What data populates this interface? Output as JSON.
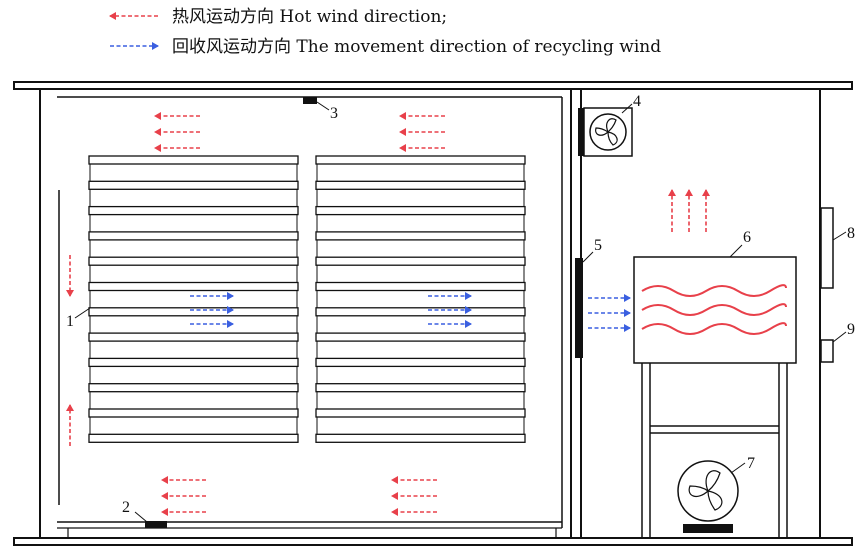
{
  "legend": {
    "hot": {
      "text": "热风运动方向 Hot wind direction;",
      "color": "#e8404a"
    },
    "recycle": {
      "text": "回收风运动方向 The movement direction of recycling wind",
      "color": "#3a5fe0"
    }
  },
  "labels": {
    "tray_rack": "1",
    "sensor_bottom": "2",
    "sensor_top": "3",
    "exhaust_fan": "4",
    "vent": "5",
    "heater": "6",
    "circulation_fan": "7",
    "control_panel": "8",
    "power_switch": "9"
  },
  "icons": {
    "fan": "fan-icon",
    "heat_wave": "heat-wave-icon",
    "arrow_left": "arrow-left-icon",
    "arrow_right": "arrow-right-icon",
    "arrow_up": "arrow-up-icon",
    "arrow_down": "arrow-down-icon"
  }
}
